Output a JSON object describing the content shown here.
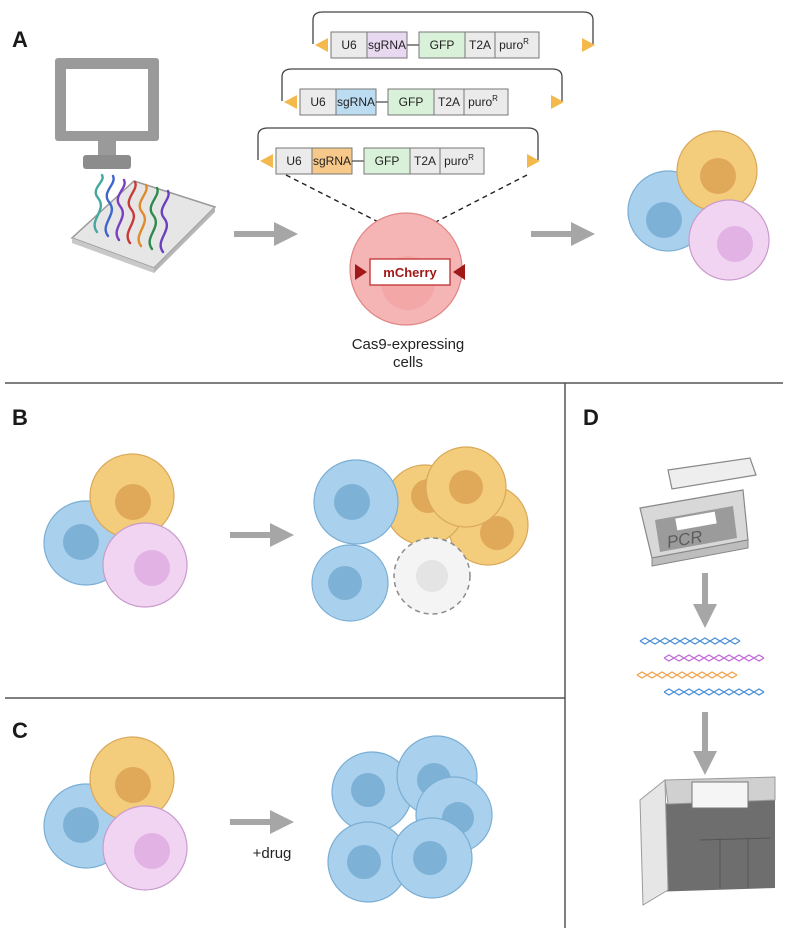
{
  "panels": {
    "a": "A",
    "b": "B",
    "c": "C",
    "d": "D"
  },
  "constructs": [
    {
      "promoter": "U6",
      "guide": "sgRNA",
      "reporter": "GFP",
      "linker": "T2A",
      "resistance": "puro",
      "resistance_sup": "R",
      "guide_color": "#e8d8f0"
    },
    {
      "promoter": "U6",
      "guide": "sgRNA",
      "reporter": "GFP",
      "linker": "T2A",
      "resistance": "puro",
      "resistance_sup": "R",
      "guide_color": "#bcdcf2"
    },
    {
      "promoter": "U6",
      "guide": "sgRNA",
      "reporter": "GFP",
      "linker": "T2A",
      "resistance": "puro",
      "resistance_sup": "R",
      "guide_color": "#f6c88a"
    }
  ],
  "target_gene": "mCherry",
  "cell_caption_line1": "Cas9-expressing",
  "cell_caption_line2": "cells",
  "drug_label": "+drug",
  "pcr_label": "PCR",
  "colors": {
    "blue_cell": "#a9d0ec",
    "blue_nucleus": "#7eb1d6",
    "yellow_cell": "#f4cd7c",
    "yellow_nucleus": "#e0a95a",
    "pink_cell": "#f1d3f2",
    "pink_nucleus": "#e2b2e4",
    "red_cell": "#f6b5b5",
    "gfp": "#d9f0d9",
    "arrow": "#a6a6a6",
    "divider": "#555555"
  },
  "dna_strand_colors": [
    "#4a8fd6",
    "#c06ad8",
    "#f2a24a",
    "#4a8fd6"
  ]
}
